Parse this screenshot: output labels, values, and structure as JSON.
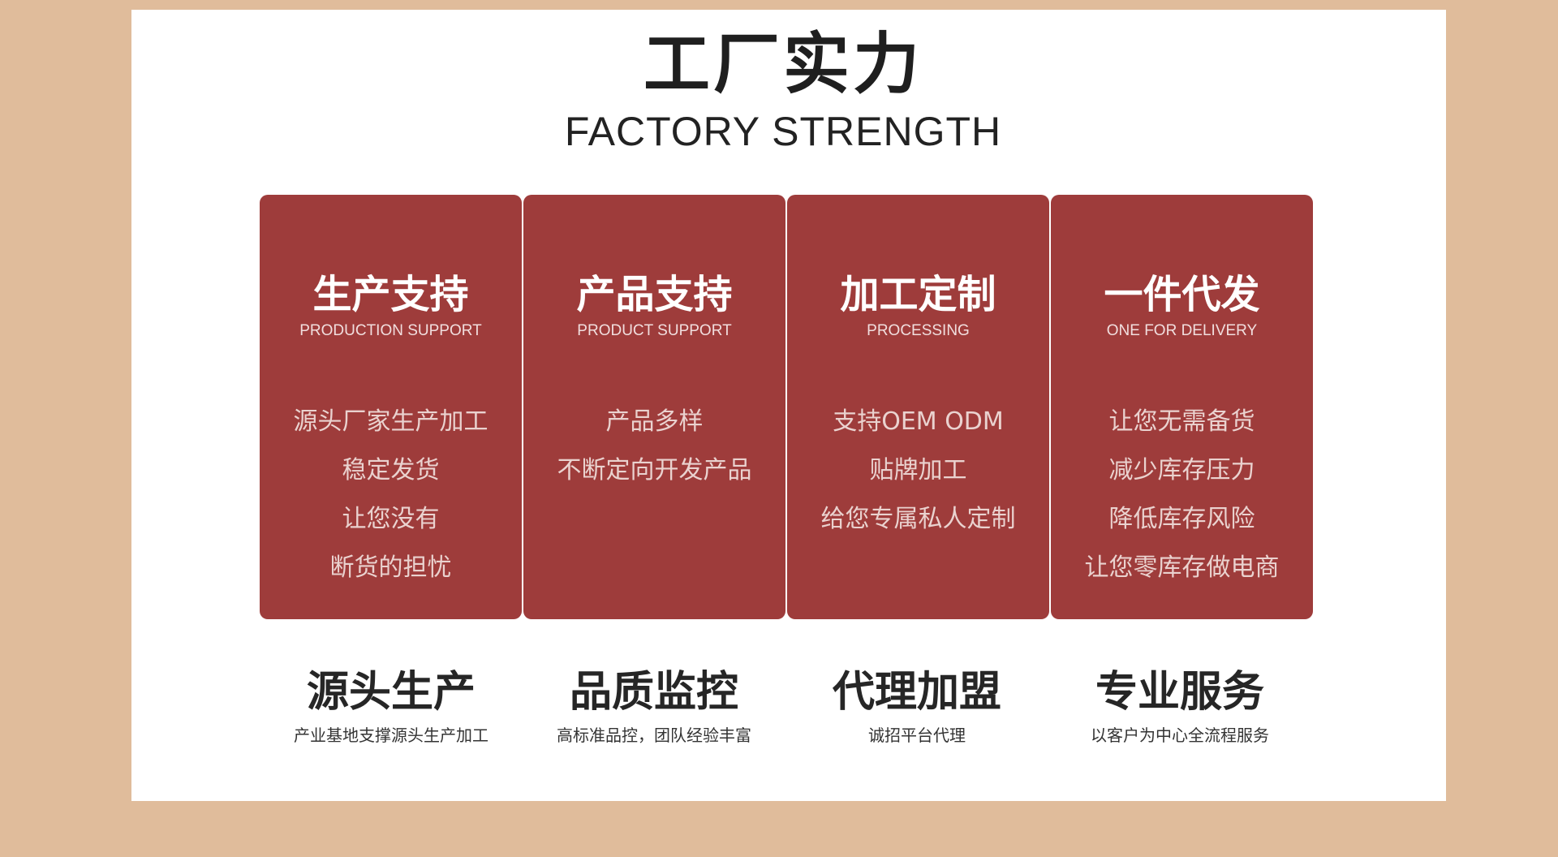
{
  "header": {
    "title_cn": "工厂实力",
    "title_en": "FACTORY STRENGTH"
  },
  "cards": [
    {
      "title": "生产支持",
      "subtitle": "PRODUCTION SUPPORT",
      "lines": [
        "源头厂家生产加工",
        "稳定发货",
        "让您没有",
        "断货的担忧"
      ]
    },
    {
      "title": "产品支持",
      "subtitle": "PRODUCT SUPPORT",
      "lines": [
        "产品多样",
        "不断定向开发产品"
      ]
    },
    {
      "title": "加工定制",
      "subtitle": "PROCESSING",
      "lines": [
        "支持OEM ODM",
        "贴牌加工",
        "给您专属私人定制"
      ]
    },
    {
      "title": "一件代发",
      "subtitle": "ONE FOR DELIVERY",
      "lines": [
        "让您无需备货",
        "减少库存压力",
        "降低库存风险",
        "让您零库存做电商"
      ]
    }
  ],
  "features": [
    {
      "title": "源头生产",
      "desc": "产业基地支撑源头生产加工"
    },
    {
      "title": "品质监控",
      "desc": "高标准品控，团队经验丰富"
    },
    {
      "title": "代理加盟",
      "desc": "诚招平台代理"
    },
    {
      "title": "专业服务",
      "desc": "以客户为中心全流程服务"
    }
  ],
  "colors": {
    "background": "#e0bc9b",
    "panel": "#ffffff",
    "card": "#9e3c3b",
    "heading_text": "#1f1f1f"
  }
}
